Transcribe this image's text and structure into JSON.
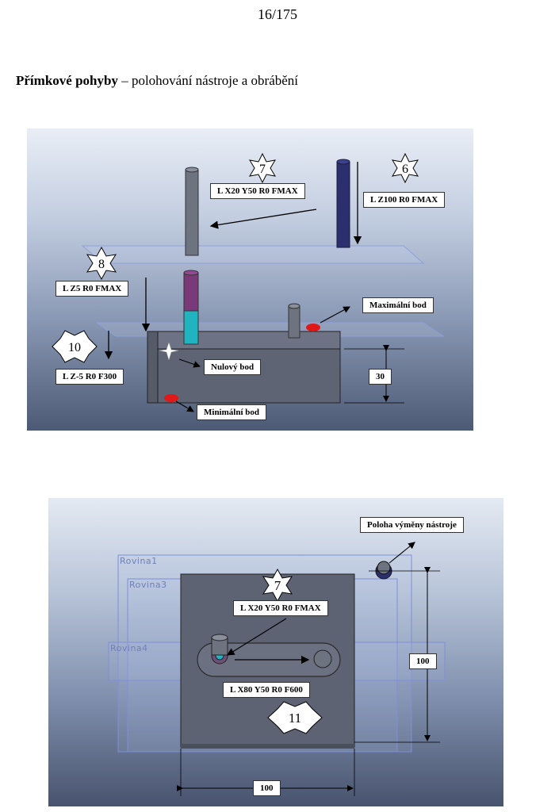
{
  "page_number": "16/175",
  "heading": {
    "bold": "Přímkové pohyby",
    "rest": " – polohování nástroje a obrábění"
  },
  "figure1": {
    "labels": {
      "l7": "L X20 Y50 R0 FMAX",
      "l6": "L Z100 R0 FMAX",
      "l8": "L Z5 R0 FMAX",
      "l10": "L Z-5 R0 F300",
      "max_point": "Maximální bod",
      "zero_point": "Nulový bod",
      "min_point": "Minimální bod",
      "dim30": "30"
    },
    "badges": [
      "7",
      "6",
      "8",
      "10"
    ]
  },
  "figure2": {
    "labels": {
      "tool_change": "Poloha výměny nástroje",
      "l7": "L X20 Y50 R0 FMAX",
      "l11": "L X80 Y50 R0  F600",
      "dim100_v": "100",
      "dim100_h": "100"
    },
    "planes": [
      "Rovina1",
      "Rovina3",
      "Rovina4"
    ],
    "badges": [
      "7",
      "11"
    ]
  },
  "colors": {
    "tool_grey": "#6e7380",
    "tool_blue": "#2c2f6e",
    "tool_purple": "#7a3a7a",
    "tool_cyan": "#1fb4c0",
    "marker_red": "#e01818",
    "plane_outline": "#7f8fd8"
  }
}
